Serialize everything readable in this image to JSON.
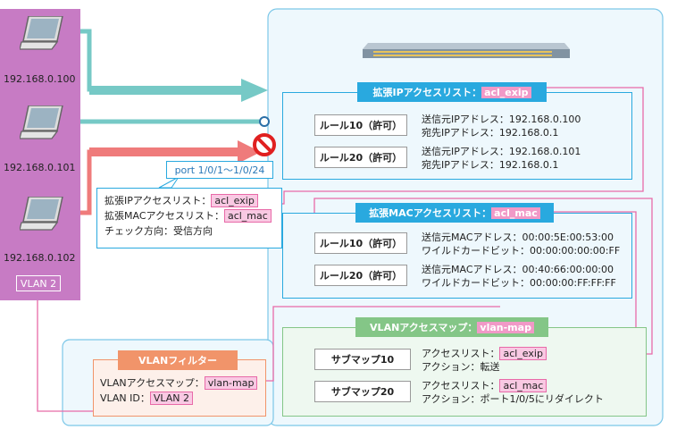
{
  "hosts": [
    {
      "ip": "192.168.0.100"
    },
    {
      "ip": "192.168.0.101"
    },
    {
      "ip": "192.168.0.102"
    }
  ],
  "vlan_label": "VLAN 2",
  "port_callout": {
    "title": "port 1/0/1～1/0/24",
    "ip_acl_label": "拡張IPアクセスリスト：",
    "ip_acl_value": "acl_exip",
    "mac_acl_label": "拡張MACアクセスリスト：",
    "mac_acl_value": "acl_mac",
    "direction": "チェック方向：受信方向"
  },
  "ip_acl": {
    "header_label": "拡張IPアクセスリスト：",
    "header_value": "acl_exip",
    "rules": [
      {
        "name": "ルール10（許可）",
        "line1": "送信元IPアドレス：192.168.0.100",
        "line2": "宛先IPアドレス：192.168.0.1"
      },
      {
        "name": "ルール20（許可）",
        "line1": "送信元IPアドレス：192.168.0.101",
        "line2": "宛先IPアドレス：192.168.0.1"
      }
    ]
  },
  "mac_acl": {
    "header_label": "拡張MACアクセスリスト：",
    "header_value": "acl_mac",
    "rules": [
      {
        "name": "ルール10（許可）",
        "line1": "送信元MACアドレス：00:00:5E:00:53:00",
        "line2": "ワイルドカードビット：00:00:00:00:00:FF"
      },
      {
        "name": "ルール20（許可）",
        "line1": "送信元MACアドレス：00:40:66:00:00:00",
        "line2": "ワイルドカードビット：00:00:00:FF:FF:FF"
      }
    ]
  },
  "vlan_map": {
    "header_label": "VLANアクセスマップ：",
    "header_value": "vlan-map",
    "submaps": [
      {
        "name": "サブマップ10",
        "acl_label": "アクセスリスト：",
        "acl_value": "acl_exip",
        "action": "アクション：転送"
      },
      {
        "name": "サブマップ20",
        "acl_label": "アクセスリスト：",
        "acl_value": "acl_mac",
        "action": "アクション：ポート1/0/5にリダイレクト"
      }
    ]
  },
  "vlan_filter": {
    "title": "VLANフィルター",
    "map_label": "VLANアクセスマップ：",
    "map_value": "vlan-map",
    "id_label": "VLAN ID：",
    "id_value": "VLAN 2"
  },
  "colors": {
    "host_panel": "#c77bc4",
    "teal": "#76c9c6",
    "red": "#ef7b7b",
    "blue_header": "#29a9df",
    "green_header": "#84c687",
    "orange_header": "#f1946a",
    "pink_link": "#e86aa8"
  }
}
